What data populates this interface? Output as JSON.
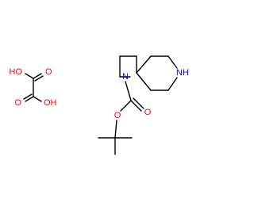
{
  "structure": {
    "oxalic_acid": {
      "left_oxygen_label": "HO",
      "right_oxygen_label": "O",
      "left_bottom_oxygen_label": "O",
      "right_bottom_hydroxyl_label": "OH",
      "oxygen_color": "#ff0000"
    },
    "spiro_amine": {
      "azetidine_nitrogen_label": "N",
      "piperidine_nitrogen_label": "NH",
      "nitrogen_color": "#0000ff"
    },
    "boc_group": {
      "carbonyl_oxygen_label": "O",
      "ester_oxygen_label": "O",
      "oxygen_color": "#ff0000"
    }
  }
}
